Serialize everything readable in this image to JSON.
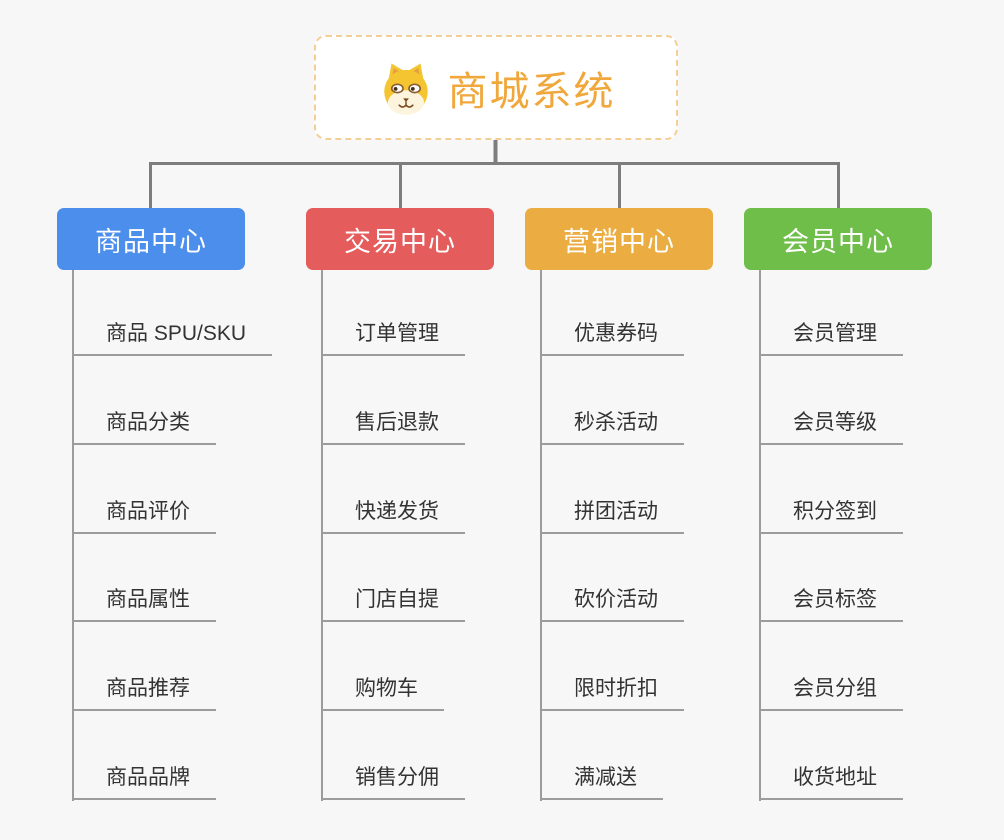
{
  "root": {
    "title": "商城系统",
    "icon": "dog-face"
  },
  "branches": [
    {
      "label": "商品中心",
      "color": "#4C8EEC",
      "children": [
        "商品 SPU/SKU",
        "商品分类",
        "商品评价",
        "商品属性",
        "商品推荐",
        "商品品牌"
      ]
    },
    {
      "label": "交易中心",
      "color": "#E45C5C",
      "children": [
        "订单管理",
        "售后退款",
        "快递发货",
        "门店自提",
        "购物车",
        "销售分佣"
      ]
    },
    {
      "label": "营销中心",
      "color": "#EBAD41",
      "children": [
        "优惠券码",
        "秒杀活动",
        "拼团活动",
        "砍价活动",
        "限时折扣",
        "满减送"
      ]
    },
    {
      "label": "会员中心",
      "color": "#6FBE4A",
      "children": [
        "会员管理",
        "会员等级",
        "积分签到",
        "会员标签",
        "会员分组",
        "收货地址"
      ]
    }
  ],
  "colors": {
    "background": "#F7F7F7",
    "connector": "#7D7D7D",
    "leaf_line": "#9C9C9C",
    "leaf_text": "#333333",
    "root_accent": "#F0A73B",
    "root_border": "#F3CF96",
    "dog_yellow": "#F5C431",
    "dog_cream": "#FDF4DE",
    "dog_brown": "#7C4A21"
  }
}
